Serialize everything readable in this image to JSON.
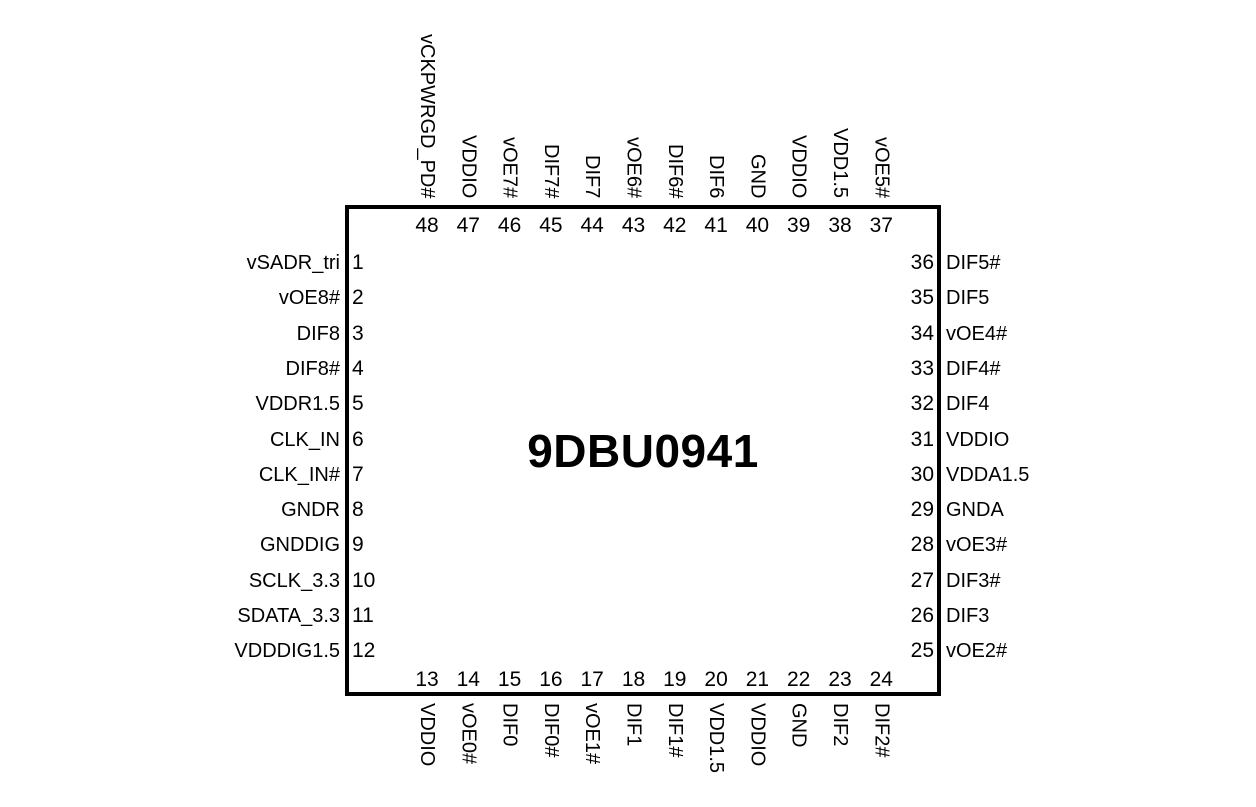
{
  "diagram": {
    "title": "9DBU0941"
  },
  "colors": {
    "ink": "#000000",
    "background": "#ffffff"
  },
  "pins": {
    "top": [
      {
        "num": "48",
        "label": "vCKPWRGD_PD#"
      },
      {
        "num": "47",
        "label": "VDDIO"
      },
      {
        "num": "46",
        "label": "vOE7#"
      },
      {
        "num": "45",
        "label": "DIF7#"
      },
      {
        "num": "44",
        "label": "DIF7"
      },
      {
        "num": "43",
        "label": "vOE6#"
      },
      {
        "num": "42",
        "label": "DIF6#"
      },
      {
        "num": "41",
        "label": "DIF6"
      },
      {
        "num": "40",
        "label": "GND"
      },
      {
        "num": "39",
        "label": "VDDIO"
      },
      {
        "num": "38",
        "label": "VDD1.5"
      },
      {
        "num": "37",
        "label": "vOE5#"
      }
    ],
    "left": [
      {
        "num": "1",
        "label": "vSADR_tri"
      },
      {
        "num": "2",
        "label": "vOE8#"
      },
      {
        "num": "3",
        "label": "DIF8"
      },
      {
        "num": "4",
        "label": "DIF8#"
      },
      {
        "num": "5",
        "label": "VDDR1.5"
      },
      {
        "num": "6",
        "label": "CLK_IN"
      },
      {
        "num": "7",
        "label": "CLK_IN#"
      },
      {
        "num": "8",
        "label": "GNDR"
      },
      {
        "num": "9",
        "label": "GNDDIG"
      },
      {
        "num": "10",
        "label": "SCLK_3.3"
      },
      {
        "num": "11",
        "label": "SDATA_3.3"
      },
      {
        "num": "12",
        "label": "VDDDIG1.5"
      }
    ],
    "right": [
      {
        "num": "36",
        "label": "DIF5#"
      },
      {
        "num": "35",
        "label": "DIF5"
      },
      {
        "num": "34",
        "label": "vOE4#"
      },
      {
        "num": "33",
        "label": "DIF4#"
      },
      {
        "num": "32",
        "label": "DIF4"
      },
      {
        "num": "31",
        "label": "VDDIO"
      },
      {
        "num": "30",
        "label": "VDDA1.5"
      },
      {
        "num": "29",
        "label": "GNDA"
      },
      {
        "num": "28",
        "label": "vOE3#"
      },
      {
        "num": "27",
        "label": "DIF3#"
      },
      {
        "num": "26",
        "label": "DIF3"
      },
      {
        "num": "25",
        "label": "vOE2#"
      }
    ],
    "bottom": [
      {
        "num": "13",
        "label": "VDDIO"
      },
      {
        "num": "14",
        "label": "vOE0#"
      },
      {
        "num": "15",
        "label": "DIF0"
      },
      {
        "num": "16",
        "label": "DIF0#"
      },
      {
        "num": "17",
        "label": "vOE1#"
      },
      {
        "num": "18",
        "label": "DIF1"
      },
      {
        "num": "19",
        "label": "DIF1#"
      },
      {
        "num": "20",
        "label": "VDD1.5"
      },
      {
        "num": "21",
        "label": "VDDIO"
      },
      {
        "num": "22",
        "label": "GND"
      },
      {
        "num": "23",
        "label": "DIF2"
      },
      {
        "num": "24",
        "label": "DIF2#"
      }
    ]
  }
}
